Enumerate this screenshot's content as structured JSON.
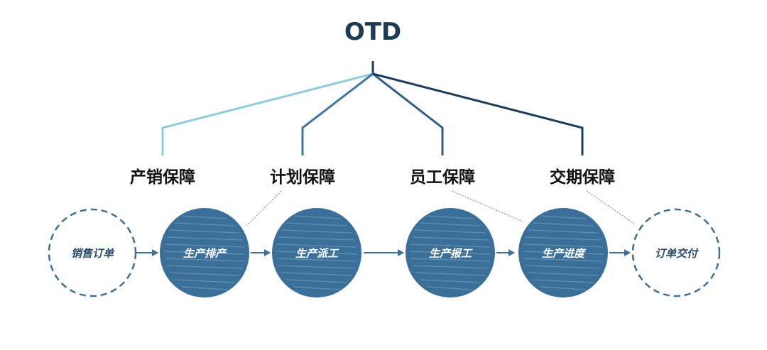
{
  "diagram": {
    "root": {
      "label": "OTD"
    },
    "pillars": [
      {
        "label": "产销保障",
        "color": "#8ecbdc"
      },
      {
        "label": "计划保障",
        "color": "#3f77a0"
      },
      {
        "label": "员工保障",
        "color": "#2f5f86"
      },
      {
        "label": "交期保障",
        "color": "#1c3e5a"
      }
    ],
    "steps": [
      {
        "label": "销售订单",
        "style": "outline"
      },
      {
        "label": "生产排产",
        "style": "filled"
      },
      {
        "label": "生产派工",
        "style": "filled"
      },
      {
        "label": "生产报工",
        "style": "filled"
      },
      {
        "label": "生产进度",
        "style": "filled"
      },
      {
        "label": "订单交付",
        "style": "outline"
      }
    ],
    "colors": {
      "filled_node": "#3a6f99",
      "outline_node": "#3f6f94",
      "arrow": "#3f6f94",
      "connector": "#7b8fb0"
    }
  }
}
